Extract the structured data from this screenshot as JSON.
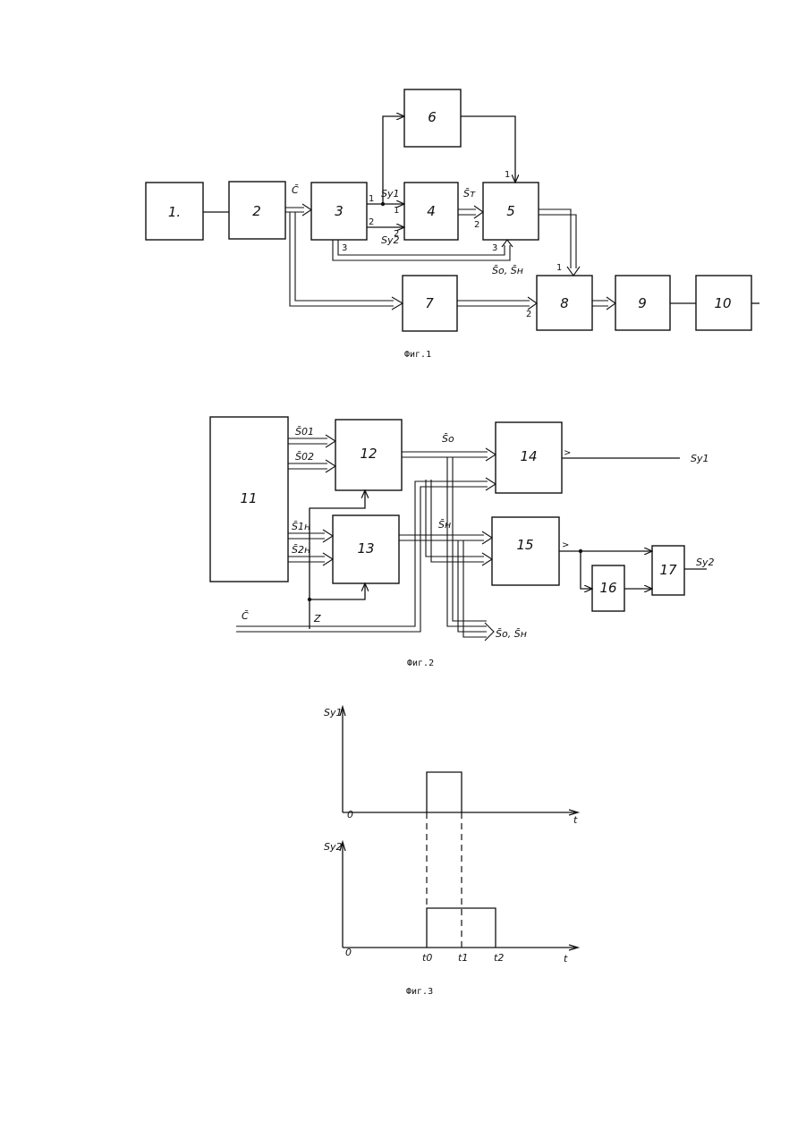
{
  "fig1": {
    "caption": "Фиг.1",
    "blocks": [
      "1.",
      "2",
      "3",
      "4",
      "5",
      "6",
      "7",
      "8",
      "9",
      "10"
    ],
    "signals": {
      "c": "C̄",
      "sy1": "Sу1",
      "sy2": "Sу2",
      "st": "S̄т",
      "so_sn": "S̄о, S̄н"
    },
    "ports": {
      "p1": "1",
      "p2": "2",
      "p3": "3"
    }
  },
  "fig2": {
    "caption": "Фиг.2",
    "blocks": [
      "11",
      "12",
      "13",
      "14",
      "15",
      "16",
      "17"
    ],
    "signals": {
      "s01": "S̄01",
      "s02": "S̄02",
      "s1n": "S̄1н",
      "s2n": "S̄2н",
      "so": "S̄о",
      "sn": "S̄н",
      "sy1": "Sу1",
      "sy2": "Sу2",
      "c": "C̄",
      "z": "Z",
      "so_sn": "S̄о, S̄н"
    }
  },
  "fig3": {
    "caption": "Фиг.3",
    "y1_label": "Sу1",
    "y2_label": "Sу2",
    "x_label": "t",
    "origin": "0",
    "ticks": [
      "t0",
      "t1",
      "t2"
    ],
    "pulse1": {
      "start": "t0",
      "end": "t1"
    },
    "pulse2": {
      "start": "t0",
      "end": "t2"
    }
  }
}
